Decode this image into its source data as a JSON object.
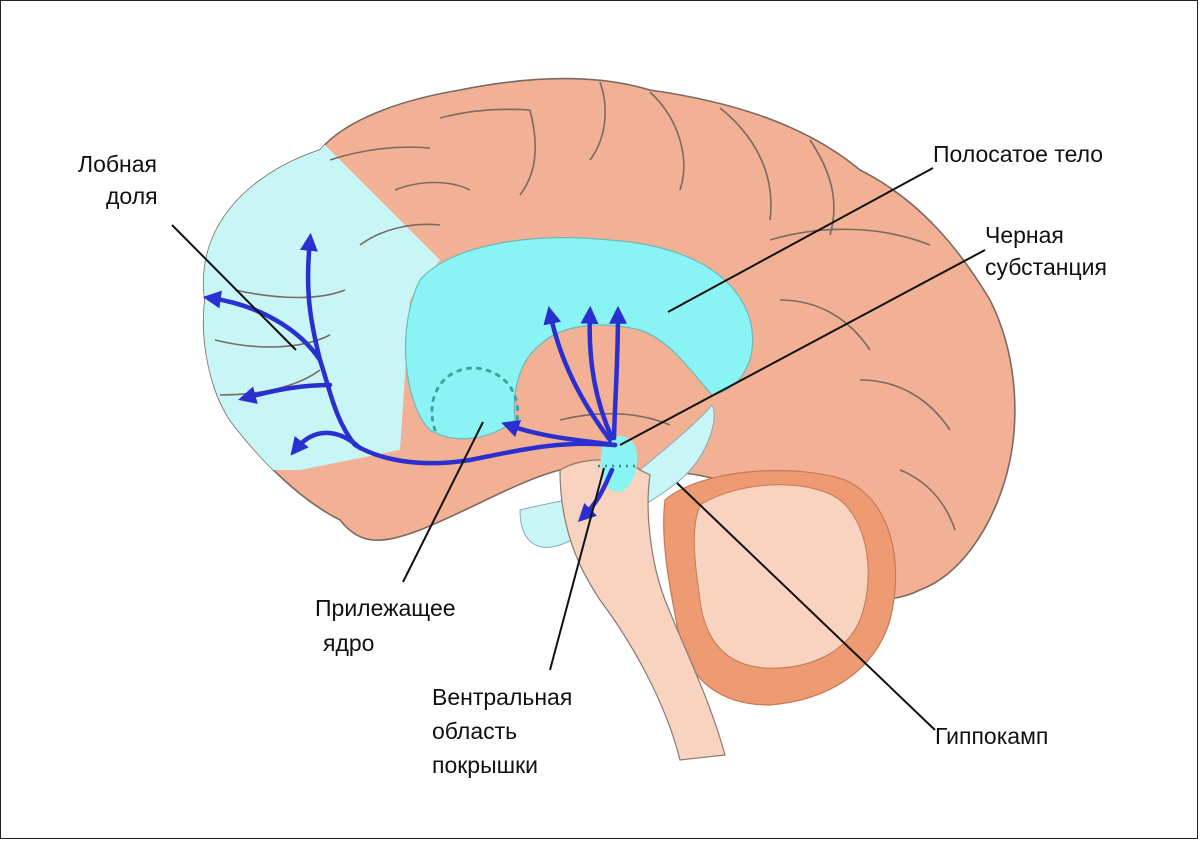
{
  "labels": {
    "frontal_lobe": [
      "Лобная",
      "доля"
    ],
    "striatum": [
      "Полосатое тело"
    ],
    "substantia_nigra": [
      "Черная",
      "субстанция"
    ],
    "nucleus_accumbens": [
      "Прилежащее",
      "ядро"
    ],
    "vta": [
      "Вентральная",
      "область",
      "покрышки"
    ],
    "hippocampus": [
      "Гиппокамп"
    ]
  },
  "colors": {
    "cortex": "#f2b094",
    "frontal_region": "#c8f6f6",
    "striatum": "#8af4f4",
    "brainstem": "#f7d3c0",
    "cerebellum_ring": "#ee9a72",
    "pathway": "#2a2fd0"
  }
}
